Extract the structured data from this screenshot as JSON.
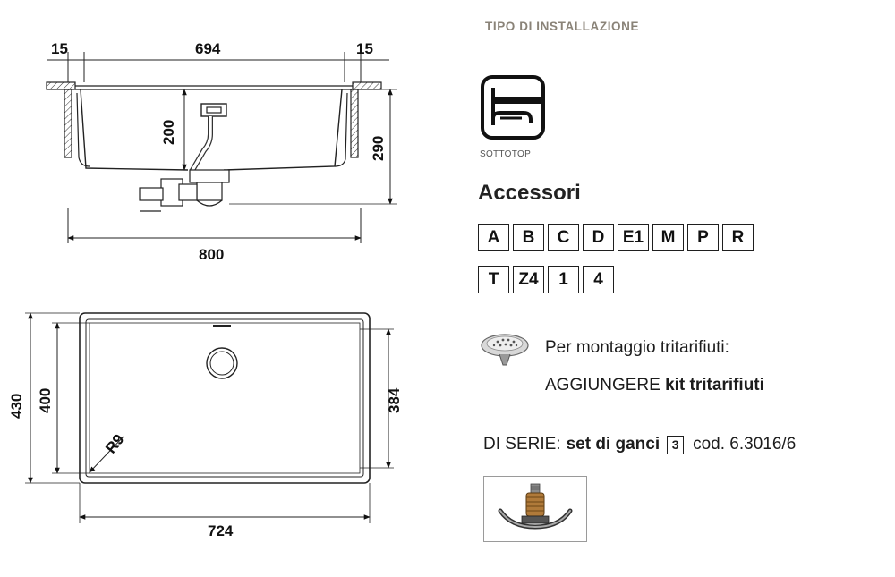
{
  "dimensions": {
    "top_left_flange": "15",
    "top_width": "694",
    "top_right_flange": "15",
    "drain_height": "200",
    "depth": "290",
    "overall_width_side": "800",
    "overall_depth_plan": "430",
    "inner_depth_plan": "400",
    "bowl_depth_plan": "384",
    "corner_radius": "R9",
    "overall_width_plan": "724"
  },
  "installation": {
    "heading": "TIPO DI INSTALLAZIONE",
    "icon": "undermount-install-icon",
    "label": "SOTTOTOP"
  },
  "accessories": {
    "title": "Accessori",
    "row1": [
      "A",
      "B",
      "C",
      "D",
      "E1",
      "M",
      "P",
      "R"
    ],
    "row2": [
      "T",
      "Z4",
      "1",
      "4"
    ]
  },
  "grinder_note": {
    "icon": "waste-disposer-icon",
    "line1": "Per montaggio tritarifiuti:",
    "line2_prefix": "AGGIUNGERE ",
    "line2_bold": "kit tritarifiuti"
  },
  "standard": {
    "prefix": "DI SERIE:",
    "bold": "set di ganci",
    "ref": "3",
    "code": "cod. 6.3016/6",
    "image": "mounting-hook-photo"
  }
}
